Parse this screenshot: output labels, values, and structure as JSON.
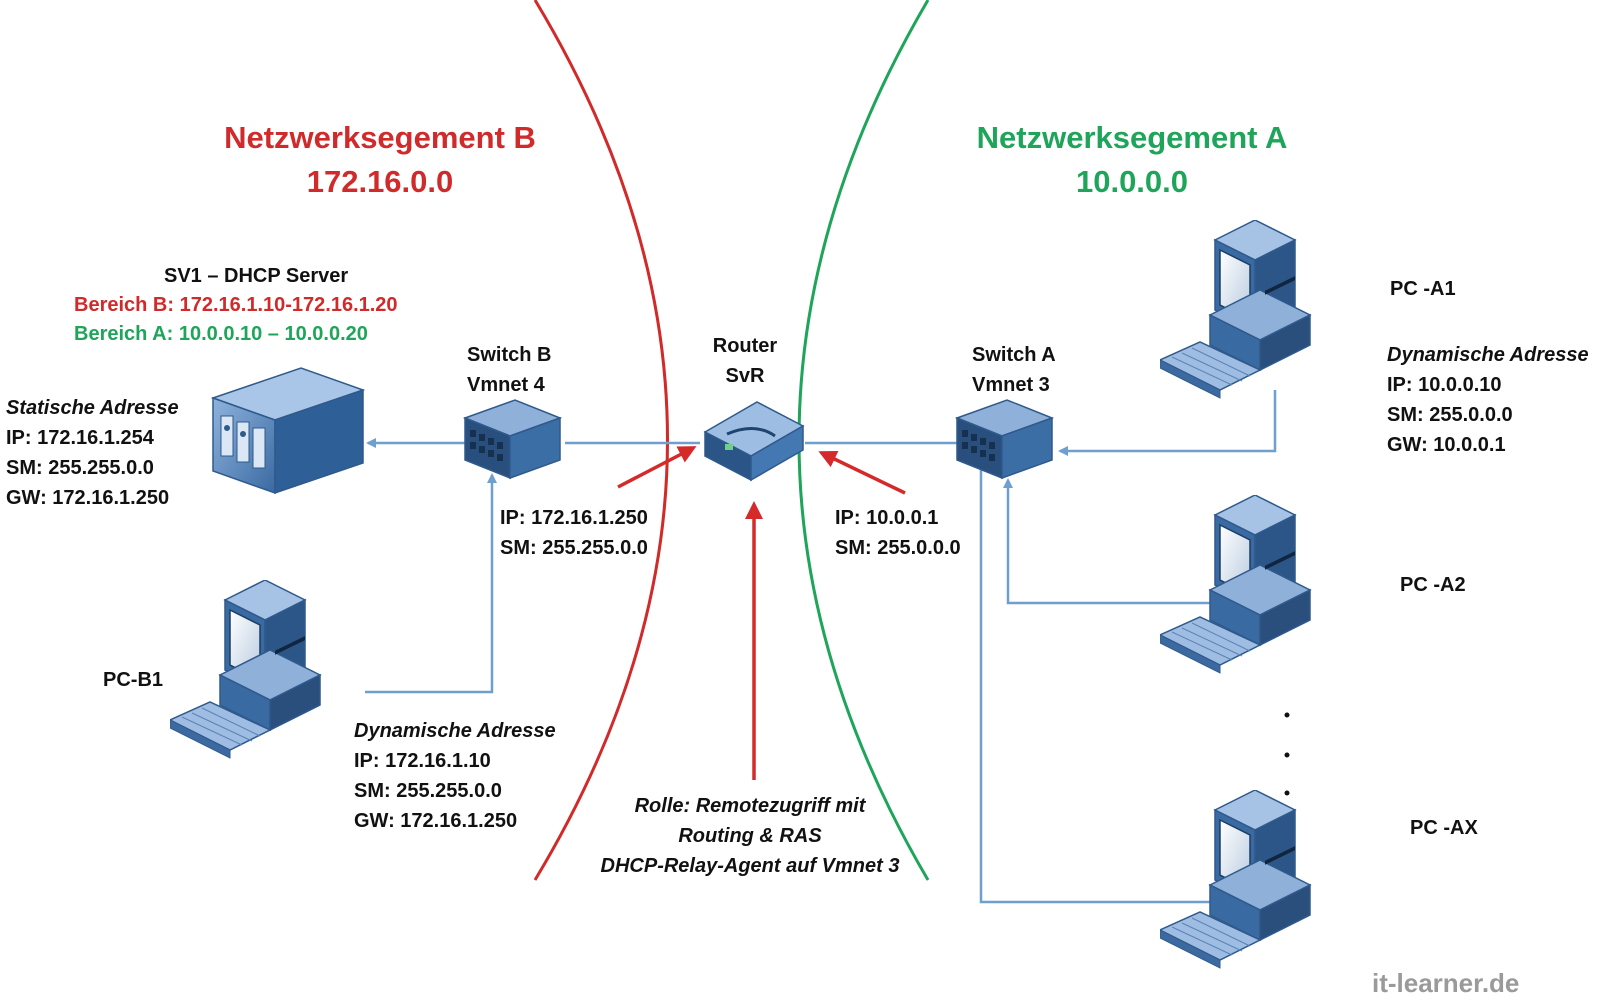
{
  "segment_b": {
    "title": "Netzwerksegement B",
    "network": "172.16.0.0"
  },
  "segment_a": {
    "title": "Netzwerksegement A",
    "network": "10.0.0.0"
  },
  "dhcp_server": {
    "name": "SV1 – DHCP Server",
    "range_b": "Bereich B: 172.16.1.10-172.16.1.20",
    "range_a": "Bereich A: 10.0.0.10 – 10.0.0.20",
    "address_type": "Statische Adresse",
    "ip": "IP: 172.16.1.254",
    "sm": "SM: 255.255.0.0",
    "gw": "GW: 172.16.1.250"
  },
  "switch_b": {
    "name": "Switch B",
    "vmnet": "Vmnet 4"
  },
  "switch_a": {
    "name": "Switch A",
    "vmnet": "Vmnet 3"
  },
  "router": {
    "name": "Router",
    "host": "SvR",
    "left_ip": "IP: 172.16.1.250",
    "left_sm": "SM: 255.255.0.0",
    "right_ip": "IP: 10.0.0.1",
    "right_sm": "SM: 255.0.0.0",
    "role_line1": "Rolle: Remotezugriff mit",
    "role_line2": "Routing & RAS",
    "role_line3": "DHCP-Relay-Agent auf Vmnet 3"
  },
  "pc_b1": {
    "name": "PC-B1",
    "address_type": "Dynamische Adresse",
    "ip": "IP: 172.16.1.10",
    "sm": "SM: 255.255.0.0",
    "gw": "GW: 172.16.1.250"
  },
  "pc_a1": {
    "name": "PC -A1",
    "address_type": "Dynamische Adresse",
    "ip": "IP: 10.0.0.10",
    "sm": "SM: 255.0.0.0",
    "gw": "GW: 10.0.0.1"
  },
  "pc_a2": {
    "name": "PC -A2"
  },
  "pc_ax": {
    "name": "PC -AX"
  },
  "watermark": "it-learner.de",
  "colors": {
    "segment_b": "#d12a2a",
    "segment_a": "#1fa55a",
    "link": "#6f9fcf",
    "device": "#3b6ea5"
  }
}
